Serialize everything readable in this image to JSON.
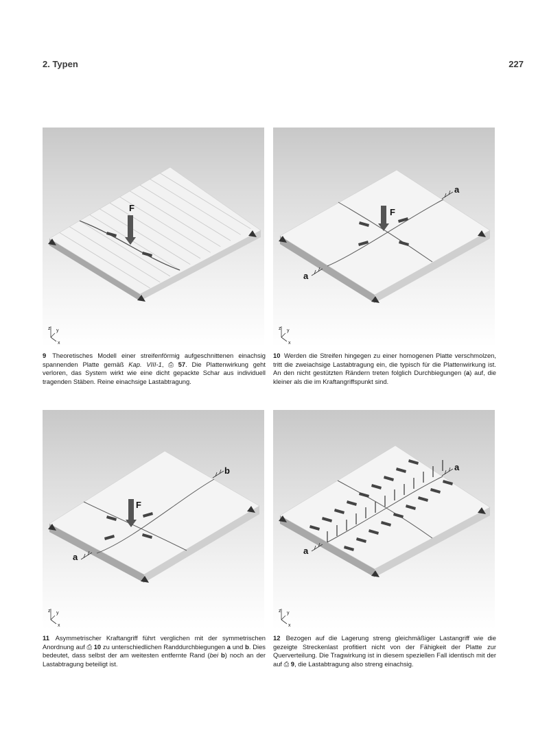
{
  "header": {
    "chapter": "2. Typen",
    "page": "227"
  },
  "figures": [
    {
      "id": "9",
      "force_label": "F",
      "edge_labels": [],
      "axes": {
        "z": "z",
        "y": "y",
        "x": "x"
      },
      "caption_parts": [
        "Theoretisches Modell einer streifenförmig aufgeschnittenen einachsig spannenden Platte gemäß ",
        "Kap. VIII-1",
        ", ",
        "⎙",
        " ",
        "57",
        ". Die Plattenwirkung geht verloren, das System wirkt wie eine dicht gepackte Schar aus individuell tragenden Stäben. Reine einachsige Lastabtragung."
      ]
    },
    {
      "id": "10",
      "force_label": "F",
      "edge_labels": [
        "a",
        "a"
      ],
      "axes": {
        "z": "z",
        "y": "y",
        "x": "x"
      },
      "caption_parts": [
        "Werden die Streifen hingegen zu einer homogenen Platte verschmolzen, tritt die zweiachsige Lastabtragung ein, die typisch für die Plattenwirkung ist. An den nicht gestützten Rändern treten folglich Durchbiegungen (",
        "a",
        ") auf, die kleiner als die im Kraftangriffspunkt sind."
      ]
    },
    {
      "id": "11",
      "force_label": "F",
      "edge_labels": [
        "b",
        "a"
      ],
      "axes": {
        "z": "z",
        "y": "y",
        "x": "x"
      },
      "caption_parts": [
        "Asymmetrischer Kraftangriff führt verglichen mit der symmetrischen Anordnung auf ",
        "⎙",
        " ",
        "10",
        " zu unterschiedlichen Randdurchbiegungen ",
        "a",
        " und ",
        "b",
        ". Dies bedeutet, dass selbst der am weitesten entfernte Rand (",
        "bei",
        " ",
        "b",
        ") noch an der Lastabtragung beteiligt ist."
      ]
    },
    {
      "id": "12",
      "force_label": "",
      "edge_labels": [
        "a",
        "a"
      ],
      "axes": {
        "z": "z",
        "y": "y",
        "x": "x"
      },
      "caption_parts": [
        "Bezogen auf die Lagerung streng gleichmäßiger Lastangriff wie die gezeigte Streckenlast profitiert nicht von der Fähigkeit der Platte zur Querverteilung. Die Tragwirkung ist in diesem speziellen Fall identisch mit der auf ",
        "⎙",
        " ",
        "9",
        ", die Lastabtragung also streng einachsig."
      ]
    }
  ]
}
